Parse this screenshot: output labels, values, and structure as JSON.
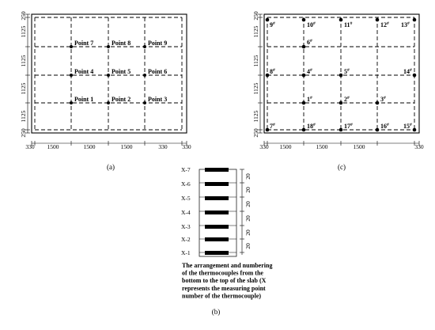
{
  "panel_a": {
    "caption": "(a)",
    "points": [
      "Point 7",
      "Point 8",
      "Point 9",
      "Point 4",
      "Point 5",
      "Point 6",
      "Point 1",
      "Point 2",
      "Point 3"
    ],
    "dims_horizontal": [
      "330",
      "1500",
      "1500",
      "1500",
      "330"
    ],
    "dims_vertical": [
      "250",
      "1125",
      "1125",
      "1125",
      "1125",
      "250"
    ]
  },
  "panel_c": {
    "caption": "(c)",
    "points": [
      "9#",
      "10#",
      "11#",
      "12#",
      "13#",
      "6#",
      "8#",
      "4#",
      "5#",
      "14#",
      "1#",
      "2#",
      "3#",
      "7#",
      "18#",
      "17#",
      "16#",
      "15#"
    ],
    "dims_horizontal": [
      "330",
      "1500",
      "1500",
      "1500",
      "330"
    ],
    "dims_vertical": [
      "250",
      "1125",
      "1125",
      "1125",
      "1125",
      "250"
    ]
  },
  "panel_b": {
    "caption": "(b)",
    "thermocouples": [
      "X-7",
      "X-6",
      "X-5",
      "X-4",
      "X-3",
      "X-2",
      "X-1"
    ],
    "spacing": [
      "20",
      "20",
      "20",
      "20",
      "20",
      "20"
    ],
    "description": "The arrangement and numbering of the thermocouples from the bottom to the top of the slab (X represents the measuring point number of the thermocouple)"
  }
}
